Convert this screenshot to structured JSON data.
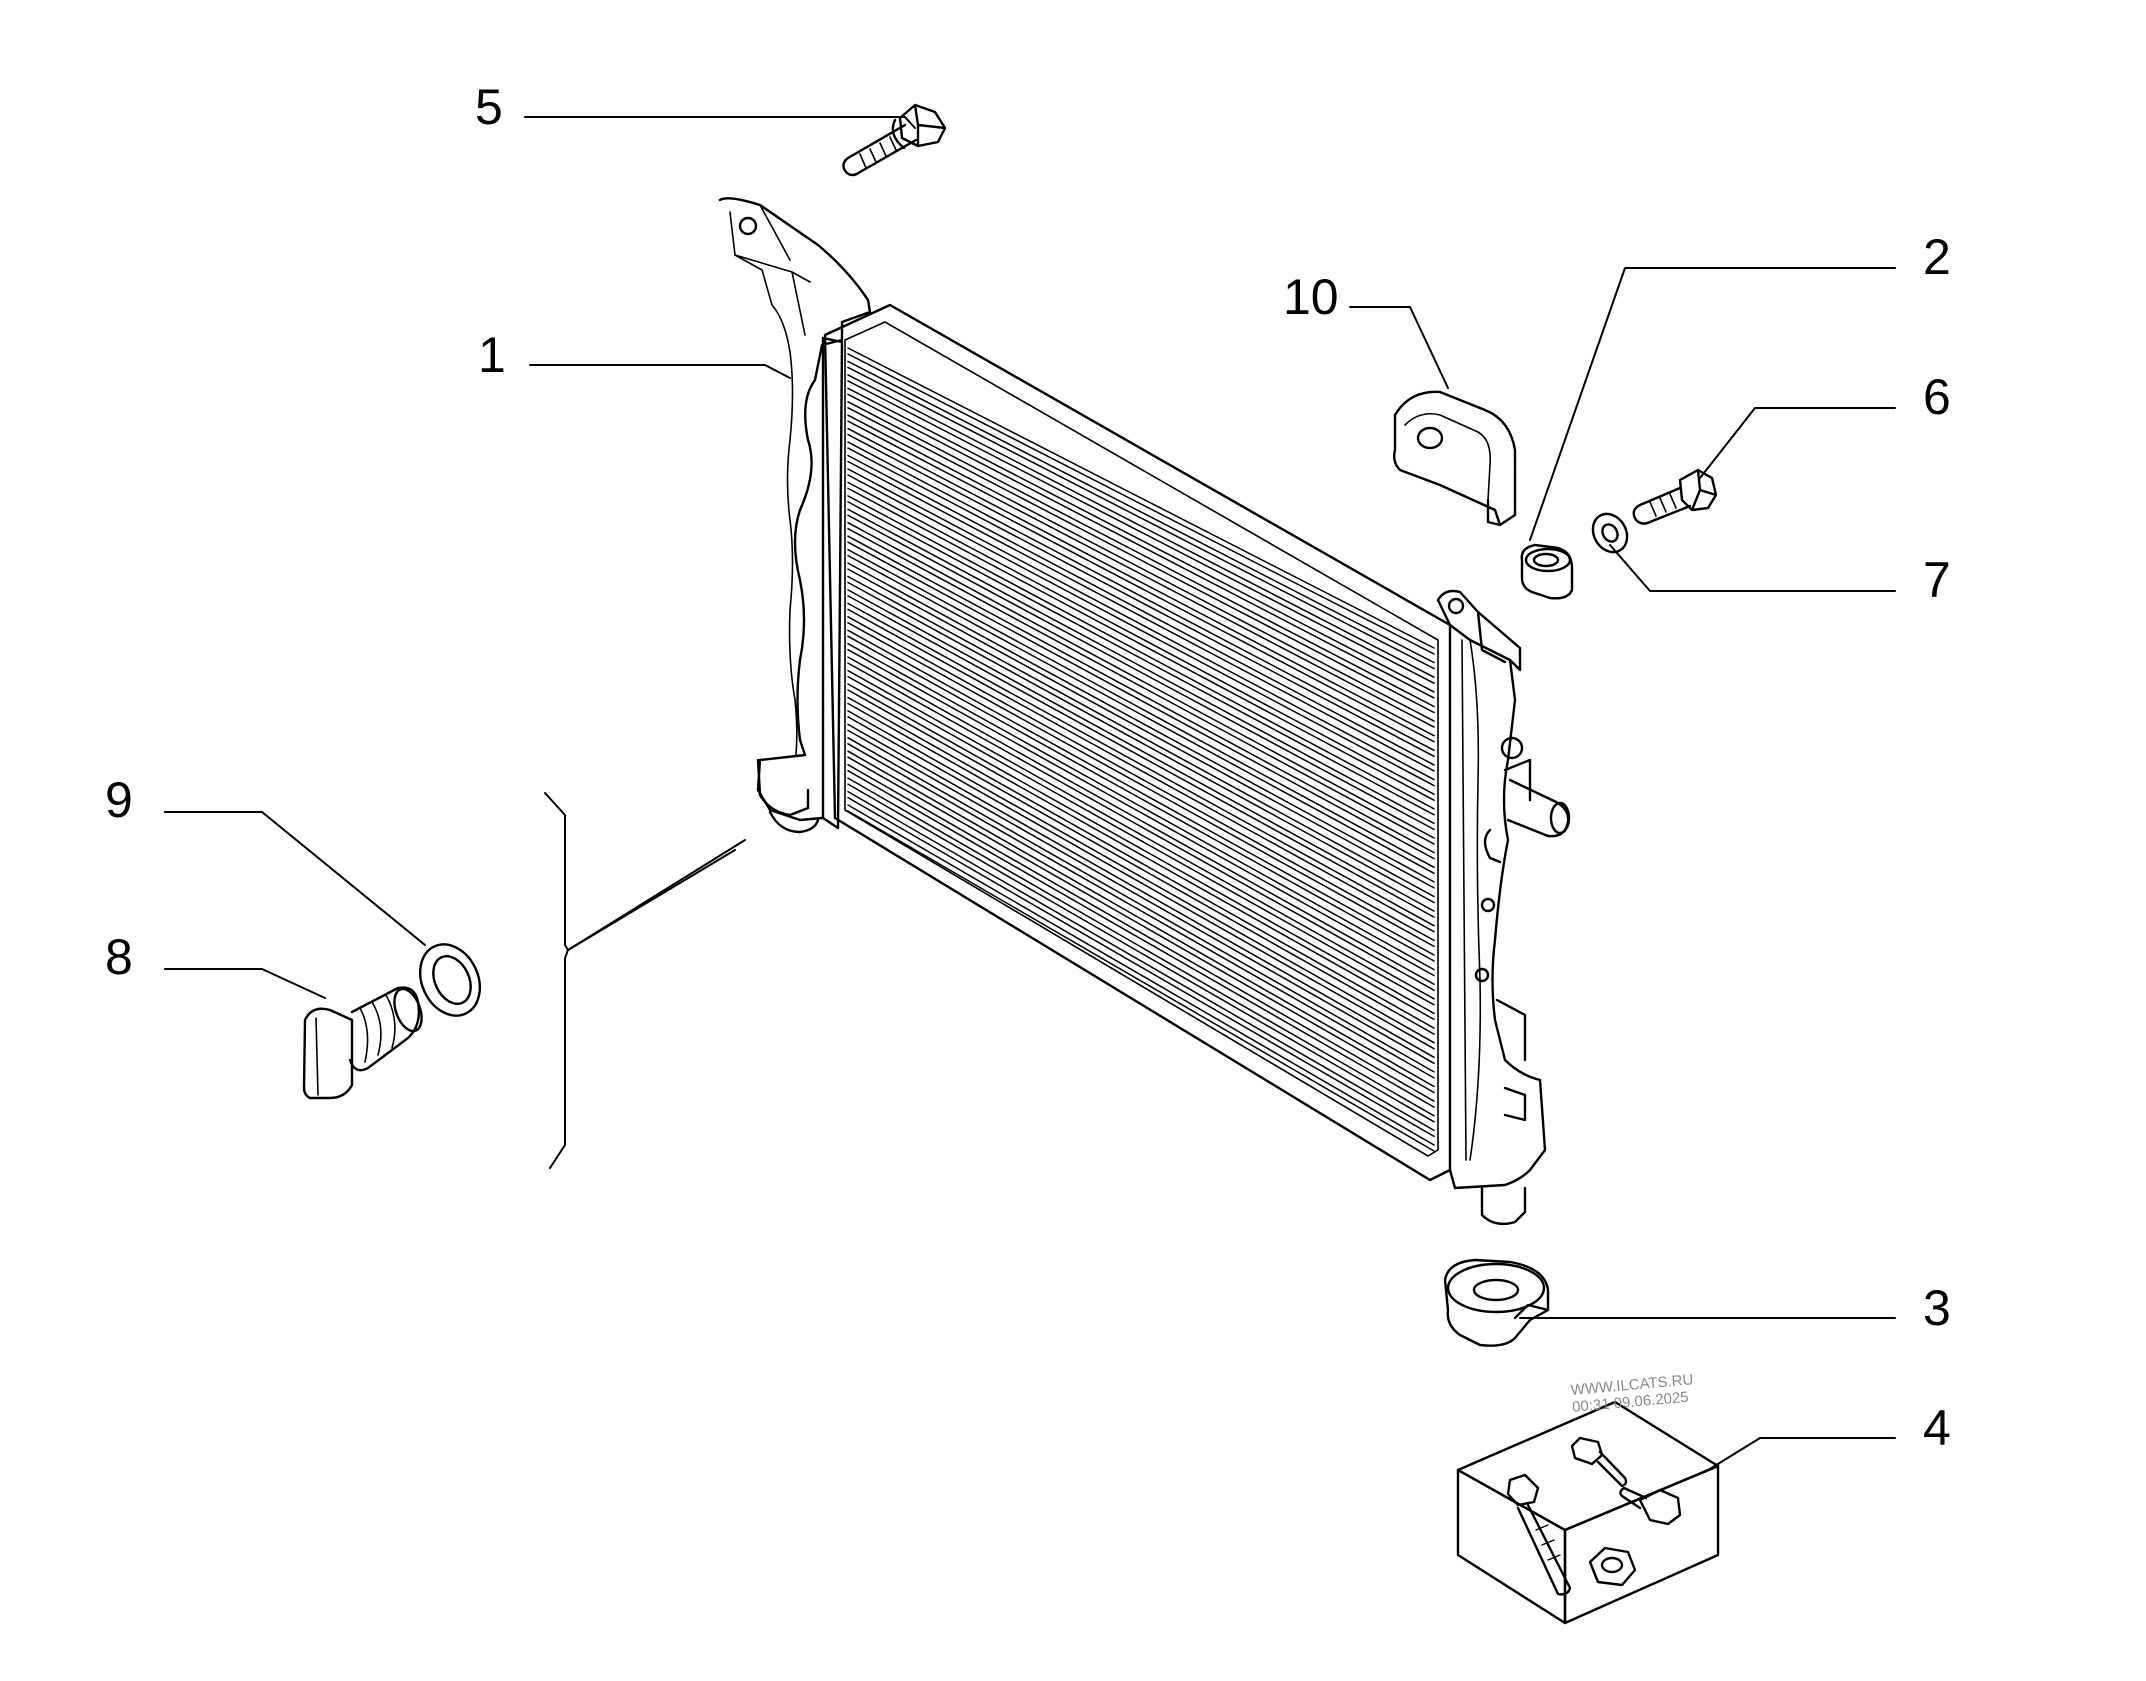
{
  "diagram": {
    "callouts": [
      "1",
      "2",
      "3",
      "4",
      "5",
      "6",
      "7",
      "8",
      "9",
      "10"
    ]
  },
  "watermark": {
    "line1": "WWW.ILCATS.RU",
    "line2": "00:31 09.06.2025"
  }
}
